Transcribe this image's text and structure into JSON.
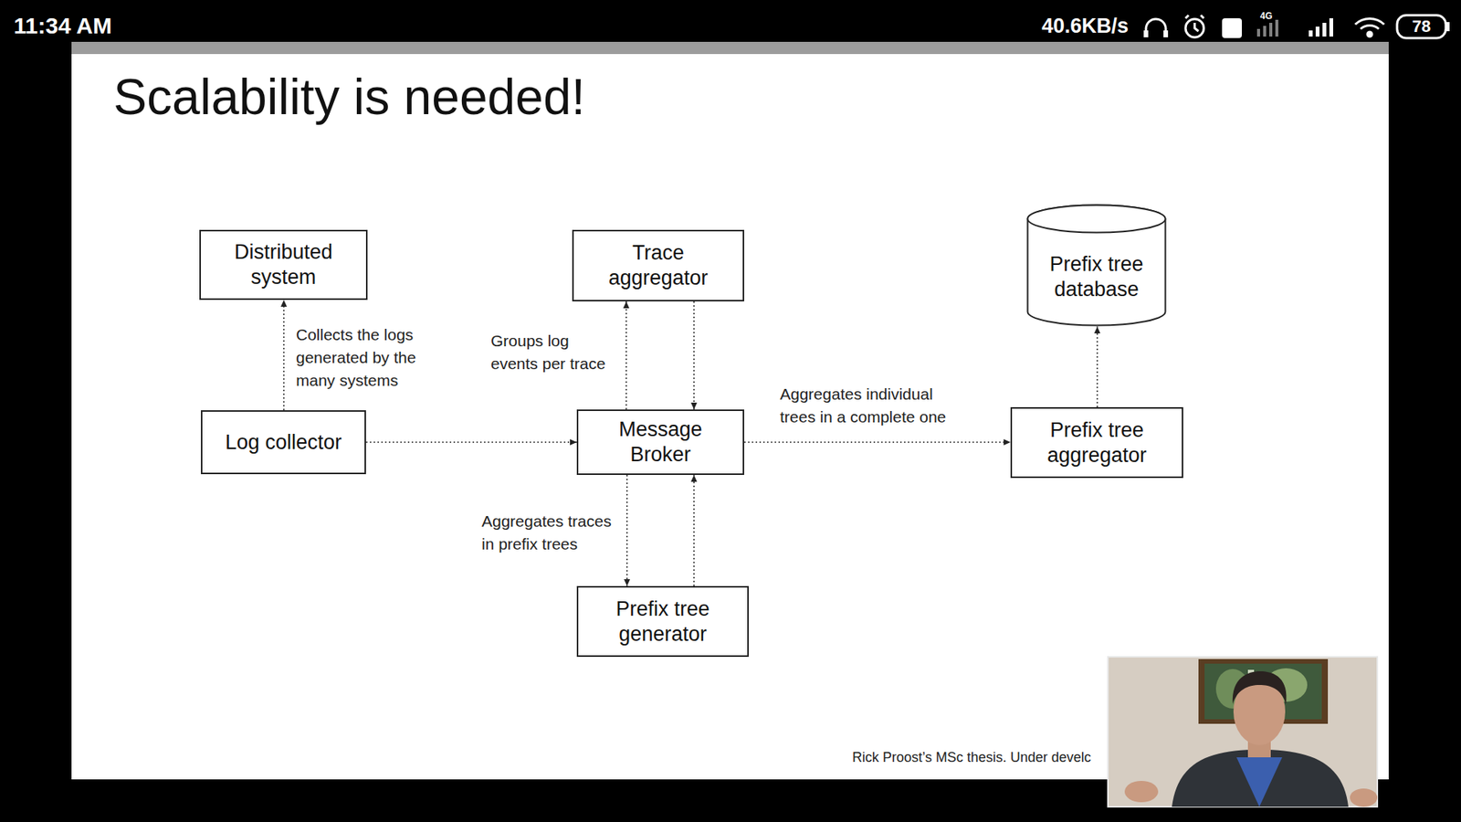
{
  "diagram": {
    "title": "Scalability is needed!",
    "nodes": [
      {
        "text": [
          "Distributed system"
        ]
      },
      {
        "text": [
          "Trace aggregator"
        ]
      },
      {
        "text": [
          "Prefix tree database"
        ]
      },
      {
        "text": [
          "Log collector"
        ]
      },
      {
        "text": [
          "Message Broker"
        ]
      },
      {
        "text": [
          "Prefix tree aggregator"
        ]
      },
      {
        "text": [
          "Prefix tree generator"
        ]
      }
    ],
    "edges": [
      {
        "from": 3,
        "to": 0,
        "arrow": "to",
        "label": "Collects the logs generated by the many systems"
      },
      {
        "from": 3,
        "to": 4,
        "arrow": "to"
      },
      {
        "from": 4,
        "to": 1,
        "arrow": "to",
        "label": "Groups log events per trace"
      },
      {
        "from": 1,
        "to": 4,
        "arrow": "to"
      },
      {
        "from": 4,
        "to": 6,
        "arrow": "to",
        "label": "Aggregates traces in prefix trees"
      },
      {
        "from": 6,
        "to": 4,
        "arrow": "to"
      },
      {
        "from": 4,
        "to": 5,
        "arrow": "to",
        "label": "Aggregates individual trees in a complete one"
      },
      {
        "from": 5,
        "to": 2,
        "arrow": "to"
      }
    ],
    "labels": [
      "Rick Proost’s MSc thesis. Under develc",
      "11:34 AM",
      "40.6KB/s",
      "4G",
      "78"
    ]
  }
}
